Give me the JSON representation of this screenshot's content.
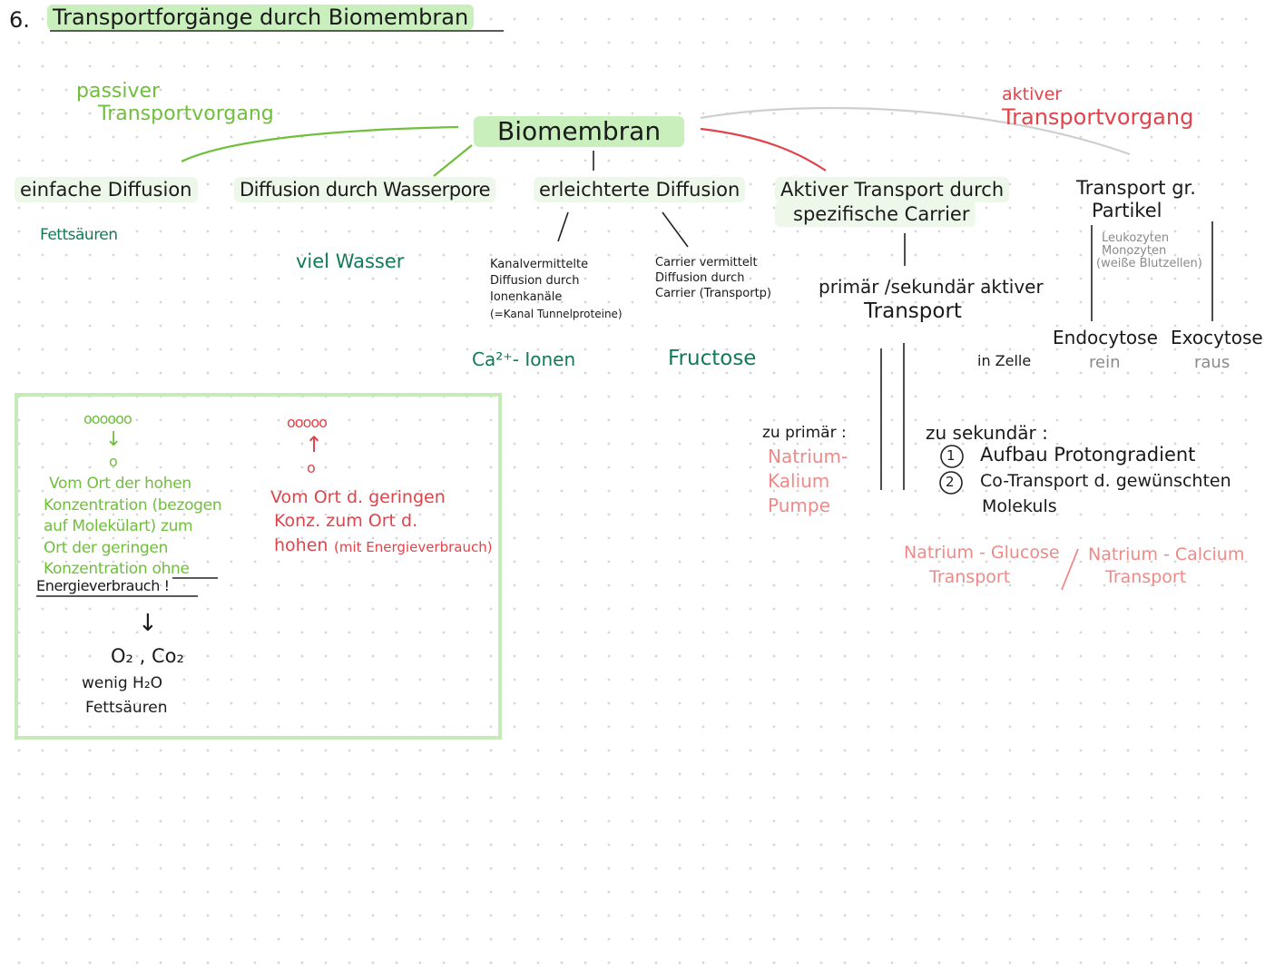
{
  "title": {
    "number": "6.",
    "text": "Transportforgänge durch Biomembran"
  },
  "center": "Biomembran",
  "passive": {
    "line1": "passiver",
    "line2": "Transportvorgang"
  },
  "active": {
    "line1": "aktiver",
    "line2": "Transportvorgang"
  },
  "categories": {
    "simple": "einfache Diffusion",
    "water": "Diffusion durch Wasserpore",
    "facilitated": "erleichterte Diffusion",
    "active_l1": "Aktiver Transport durch",
    "active_l2": "spezifische Carrier",
    "large_l1": "Transport gr.",
    "large_l2": "Partikel"
  },
  "examples": {
    "fatty": "Fettsäuren",
    "water": "viel Wasser",
    "ca": "Ca²⁺- Ionen",
    "fructose": "Fructose"
  },
  "channel": {
    "l1": "Kanalvermittelte",
    "l2": "Diffusion durch",
    "l3": "Ionenkanäle",
    "l4": "(=Kanal Tunnelproteine)"
  },
  "carrier": {
    "l1": "Carrier vermittelt",
    "l2": "Diffusion durch",
    "l3": "Carrier (Transportp)"
  },
  "primsek": {
    "l1": "primär /sekundär aktiver",
    "l2": "Transport"
  },
  "leuko": {
    "l1": "Leukozyten",
    "l2": "Monozyten",
    "l3": "(weiße Blutzellen)"
  },
  "endo": {
    "label": "Endocytose",
    "dir": "rein"
  },
  "exo": {
    "label": "Exocytose",
    "dir": "raus"
  },
  "inzelle": "in Zelle",
  "primary": {
    "label": "zu primär :",
    "l1": "Natrium-",
    "l2": "Kalium",
    "l3": "Pumpe"
  },
  "secondary": {
    "label": "zu sekundär :",
    "n1": "1",
    "i1": "Aufbau Protongradient",
    "n2": "2",
    "i2": "Co-Transport d. gewünschten",
    "i2b": "Molekuls"
  },
  "sodium": {
    "a1": "Natrium - Glucose",
    "a2": "Transport",
    "b1": "Natrium - Calcium",
    "b2": "Transport"
  },
  "passive_box": {
    "dots_top": "oooooo",
    "arrow_down": "↓",
    "dot_single": "o",
    "p1": "Vom Ort der hohen",
    "p2": "Konzentration (bezogen",
    "p3": "auf Molekülart) zum",
    "p4": "Ort der geringen",
    "p5": "Konzentration ohne",
    "p6": "Energieverbrauch !",
    "arrow2": "↓",
    "e1": "O₂ , Co₂",
    "e2": "wenig H₂O",
    "e3": "Fettsäuren"
  },
  "active_box": {
    "dots_top": "ooooo",
    "arrow_up": "↑",
    "dot_single": "o",
    "a1": "Vom Ort d. geringen",
    "a2": "Konz. zum Ort d.",
    "a3": "hohen",
    "a4": "(mit Energieverbrauch)"
  }
}
